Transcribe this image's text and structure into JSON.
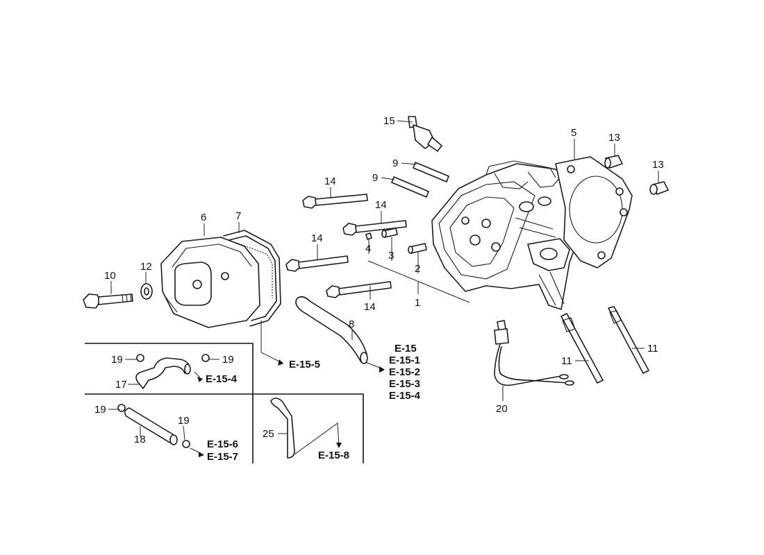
{
  "callouts": {
    "c1": "1",
    "c2": "2",
    "c3": "3",
    "c4": "4",
    "c5": "5",
    "c6": "6",
    "c7": "7",
    "c8": "8",
    "c9a": "9",
    "c9b": "9",
    "c10": "10",
    "c11a": "11",
    "c11b": "11",
    "c12": "12",
    "c13a": "13",
    "c13b": "13",
    "c14a": "14",
    "c14b": "14",
    "c14c": "14",
    "c14d": "14",
    "c15": "15",
    "c17": "17",
    "c18": "18",
    "c19a": "19",
    "c19b": "19",
    "c19c": "19",
    "c19d": "19",
    "c20": "20",
    "c25": "25"
  },
  "refs": {
    "e15": "E-15",
    "e15_1": "E-15-1",
    "e15_2": "E-15-2",
    "e15_3": "E-15-3",
    "e15_4": "E-15-4",
    "e15_4b": "E-15-4",
    "e15_5": "E-15-5",
    "e15_6": "E-15-6",
    "e15_7": "E-15-7",
    "e15_8": "E-15-8"
  }
}
